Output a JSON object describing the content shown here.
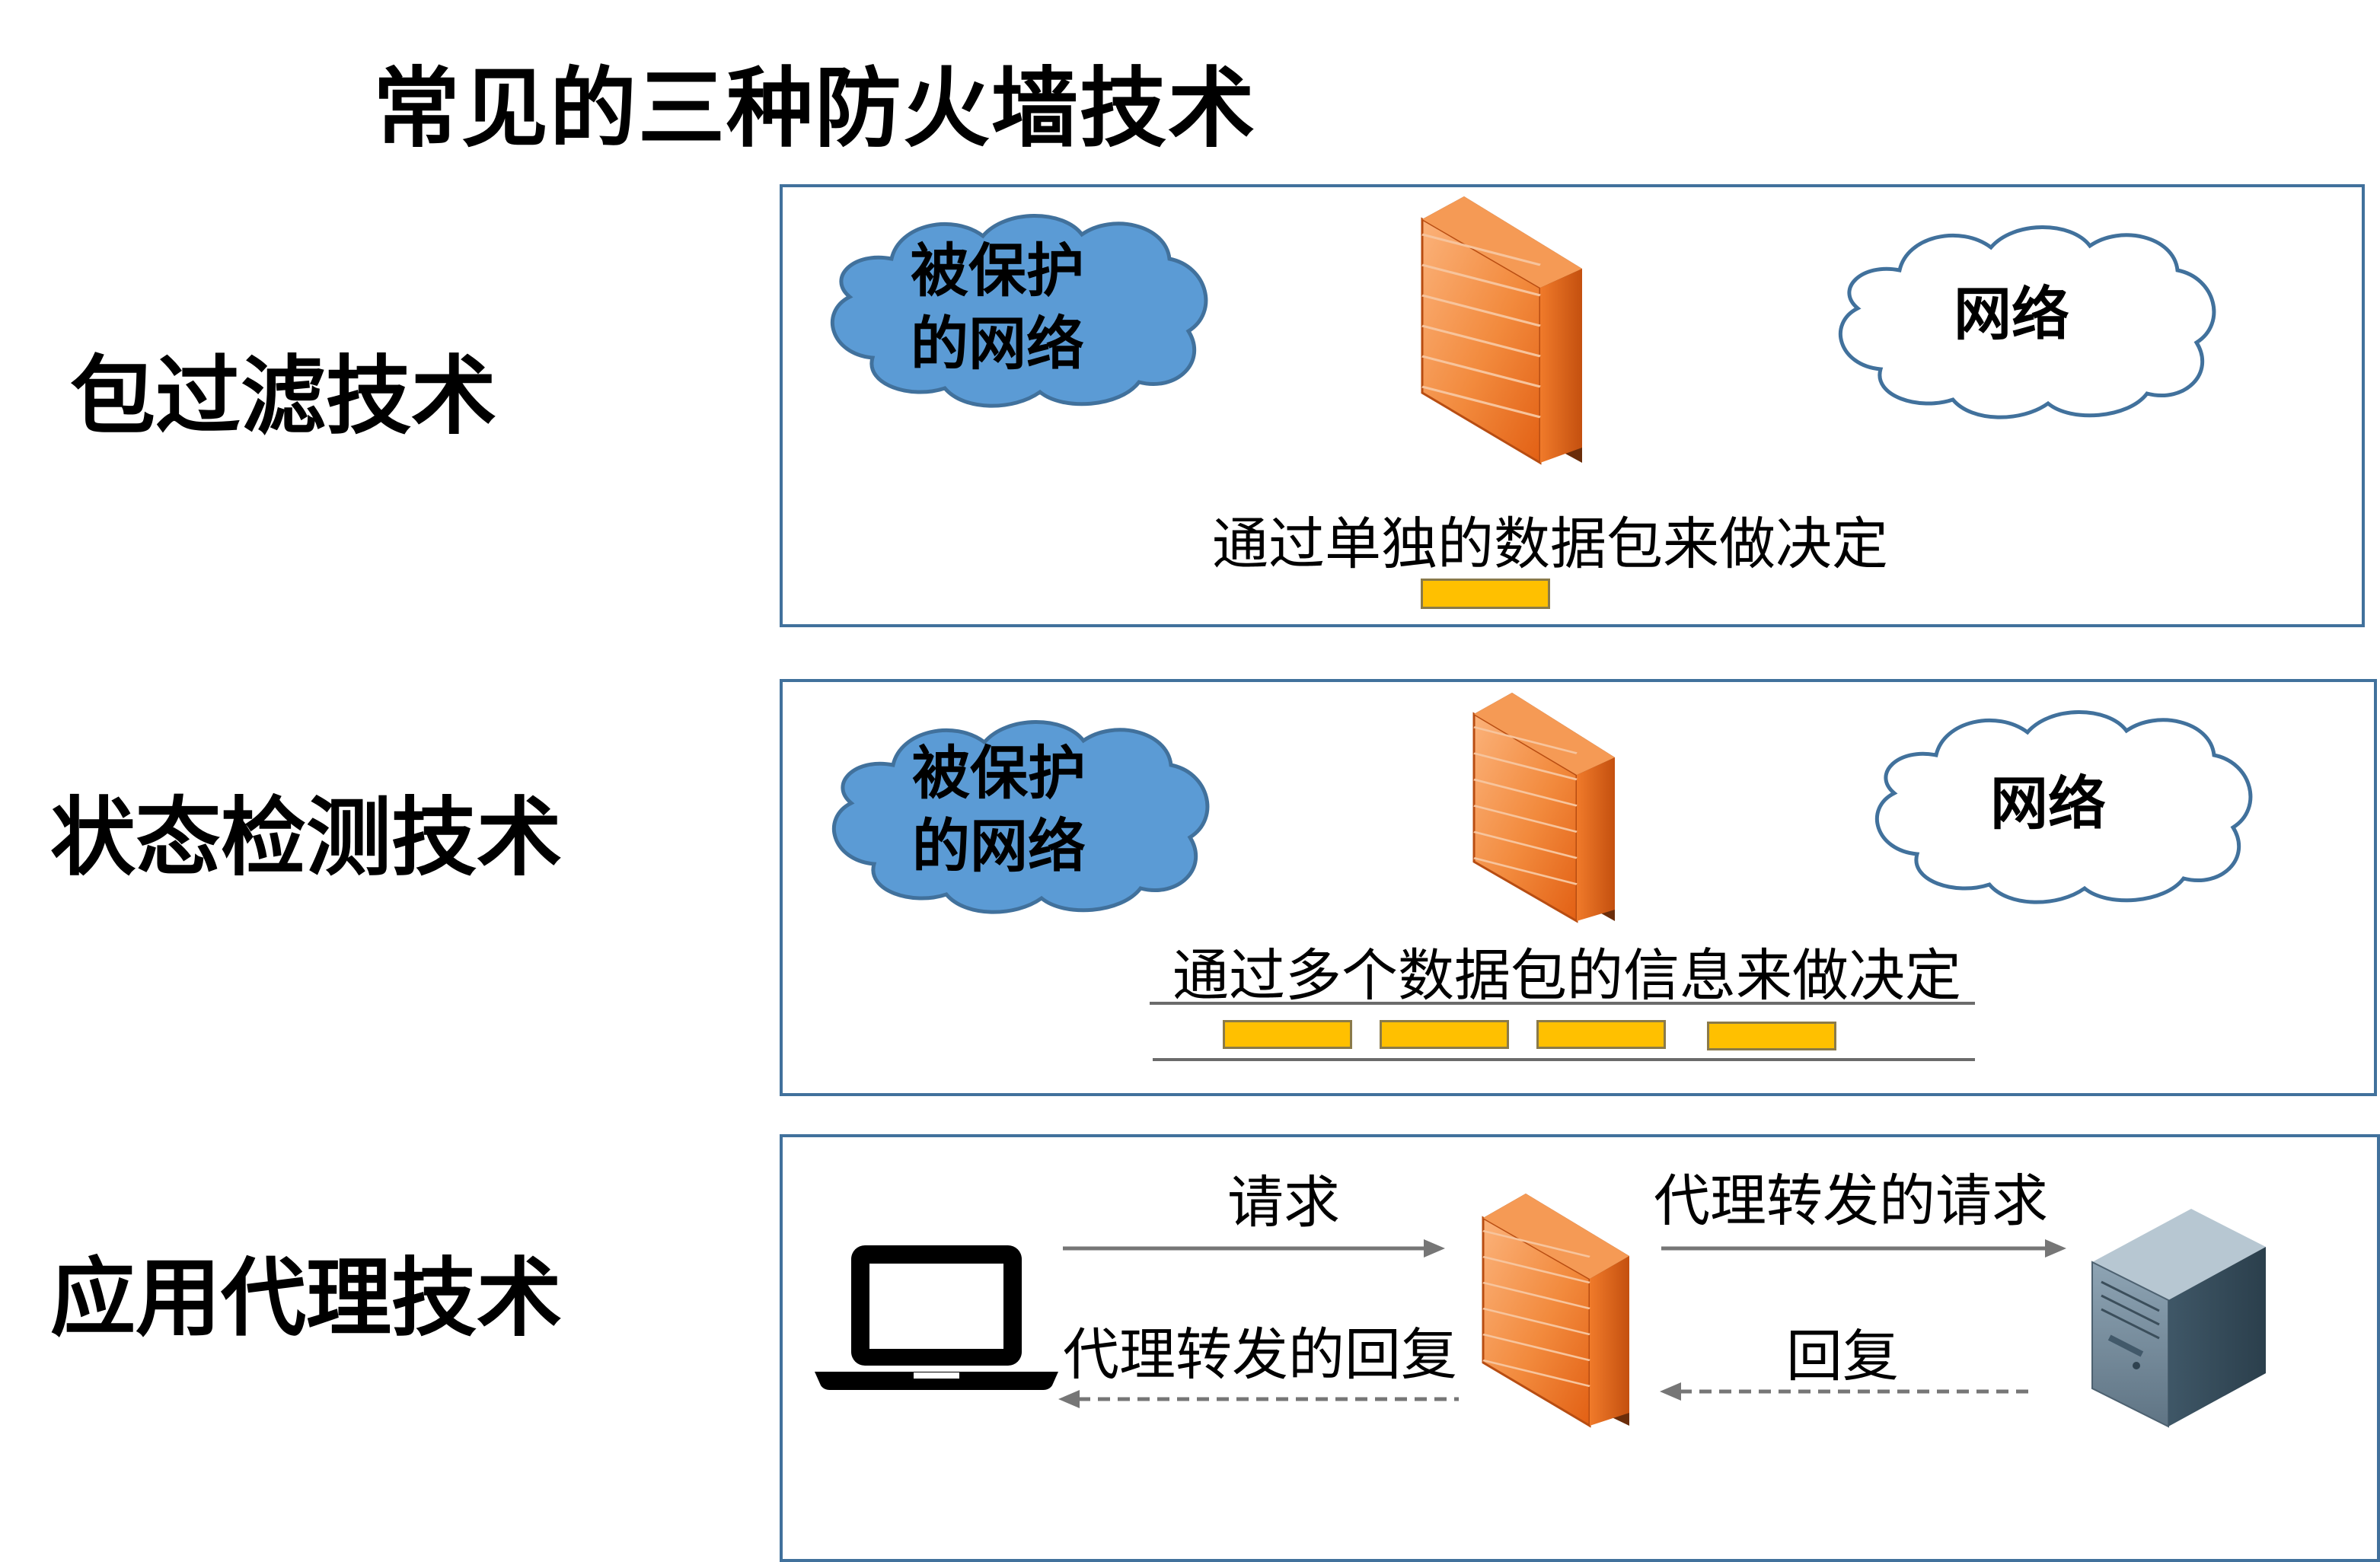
{
  "title": "常见的三种防火墙技术",
  "rows": [
    {
      "label": "包过滤技术",
      "protected_cloud": [
        "被保护",
        "的网络"
      ],
      "internet_cloud": "网络",
      "caption": "通过单独的数据包来做决定"
    },
    {
      "label": "状态检测技术",
      "protected_cloud": [
        "被保护",
        "的网络"
      ],
      "internet_cloud": "网络",
      "caption": "通过多个数据包的信息来做决定"
    },
    {
      "label": "应用代理技术",
      "request": "请求",
      "proxied_request": "代理转发的请求",
      "proxied_reply": "代理转发的回复",
      "reply": "回复"
    }
  ],
  "colors": {
    "panel_border": "#41719c",
    "cloud_fill": "#5b9bd5",
    "cloud_outline": "#41719c",
    "packet_fill": "#ffc000",
    "firewall_orange": "#f07a2a",
    "arrow_gray": "#767676"
  },
  "icons": [
    "cloud-icon",
    "firewall-icon",
    "packet-icon",
    "laptop-icon",
    "server-icon",
    "arrow-icon"
  ]
}
